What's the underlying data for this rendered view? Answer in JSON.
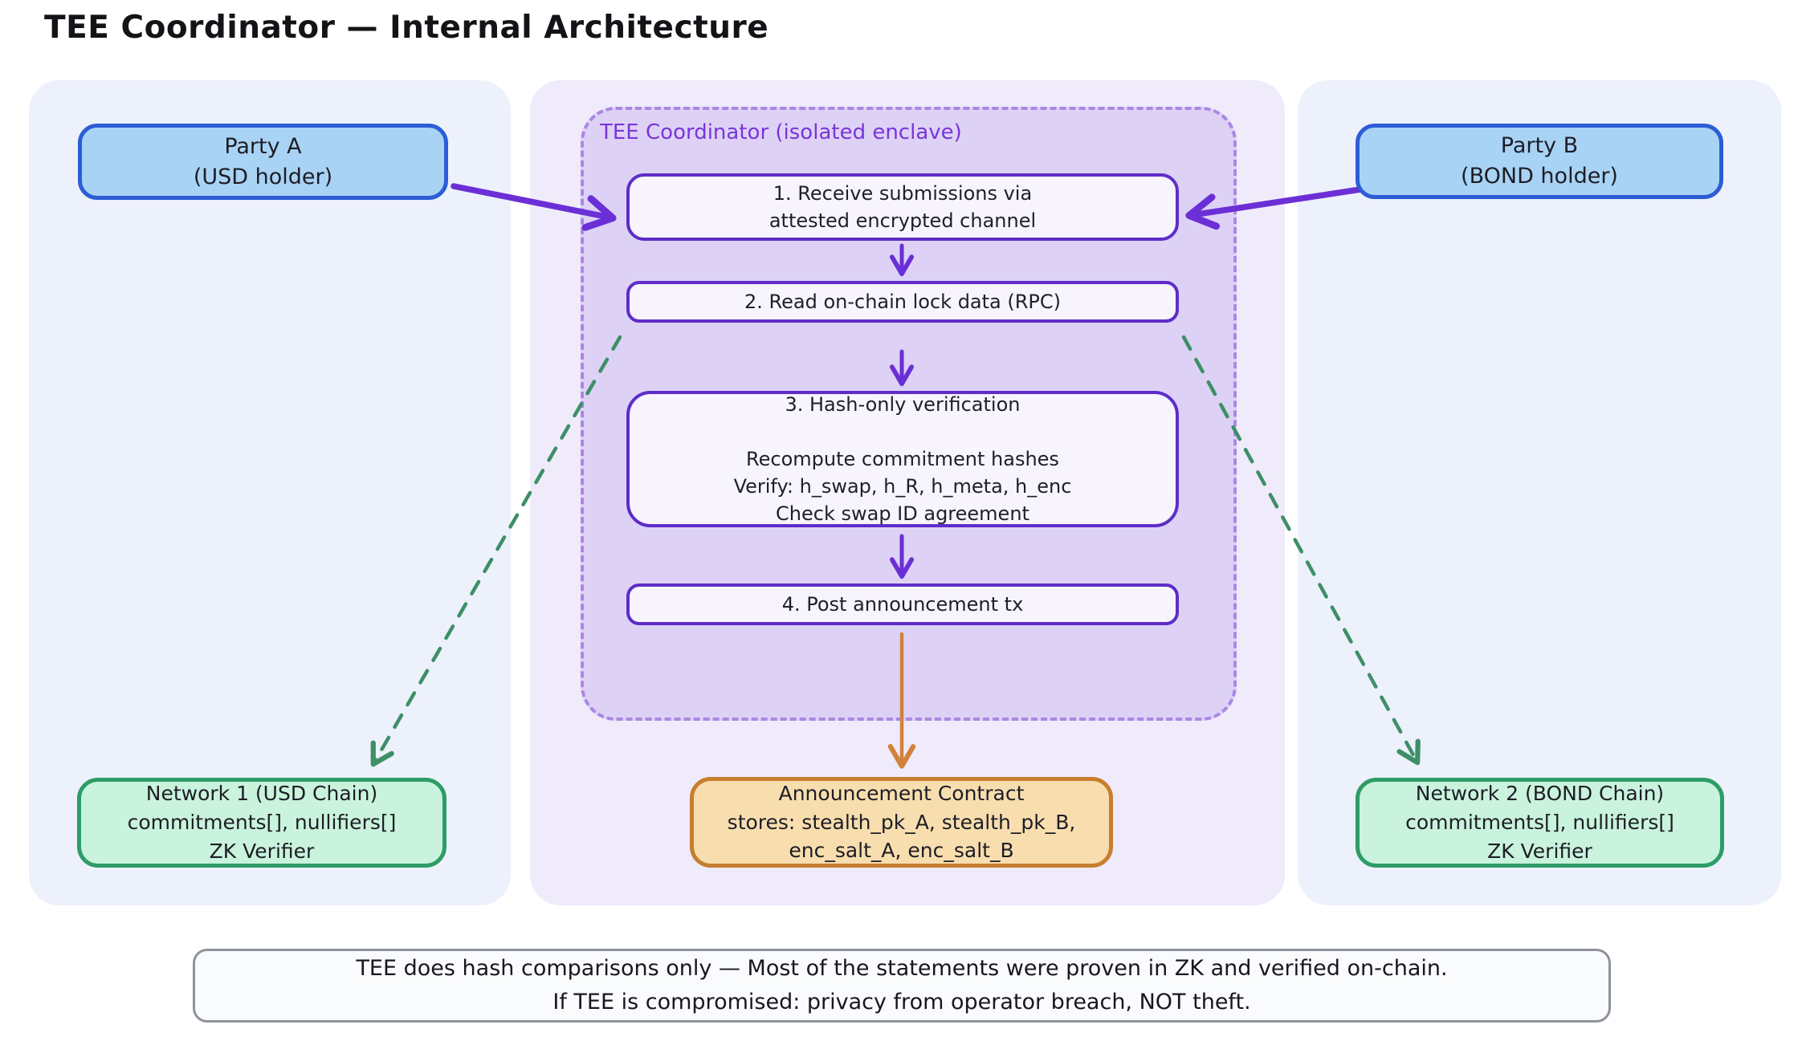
{
  "title": "TEE Coordinator — Internal Architecture",
  "colors": {
    "panel_side_bg": "#edf1fb",
    "panel_center_bg": "#f0ebfb",
    "tee_fill": "#ddd2f6",
    "tee_dash_border": "#ab87e3",
    "tee_label_purple": "#7a35d8",
    "step_border_purple": "#5d2dc8",
    "arrow_purple": "#6b2fd6",
    "arrow_green": "#3d8f67",
    "arrow_orange": "#d2823a",
    "party_fill": "#a9d3f4",
    "party_border": "#2c5dd6",
    "network_fill": "#c9f3dc",
    "network_border": "#2e9c66",
    "announcement_fill": "#f8deae",
    "announcement_border": "#c67e2f"
  },
  "party_a": {
    "label": "Party A\n(USD holder)"
  },
  "party_b": {
    "label": "Party B\n(BOND holder)"
  },
  "tee": {
    "label": "TEE Coordinator (isolated enclave)",
    "steps": [
      {
        "text": "1. Receive submissions via\nattested encrypted channel"
      },
      {
        "text": "2. Read on-chain lock data (RPC)"
      },
      {
        "text": "3. Hash-only verification\n\nRecompute commitment hashes\nVerify: h_swap, h_R, h_meta, h_enc\nCheck swap ID agreement"
      },
      {
        "text": "4. Post announcement tx"
      }
    ]
  },
  "announcement": {
    "text": "Announcement Contract\nstores: stealth_pk_A, stealth_pk_B,\nenc_salt_A, enc_salt_B"
  },
  "network1": {
    "text": "Network 1 (USD Chain)\ncommitments[], nullifiers[]\nZK Verifier"
  },
  "network2": {
    "text": "Network 2 (BOND Chain)\ncommitments[], nullifiers[]\nZK Verifier"
  },
  "note": {
    "text": "TEE does hash comparisons only — Most of the statements were proven in ZK and verified on-chain.\nIf TEE is compromised: privacy from operator breach, NOT theft."
  }
}
